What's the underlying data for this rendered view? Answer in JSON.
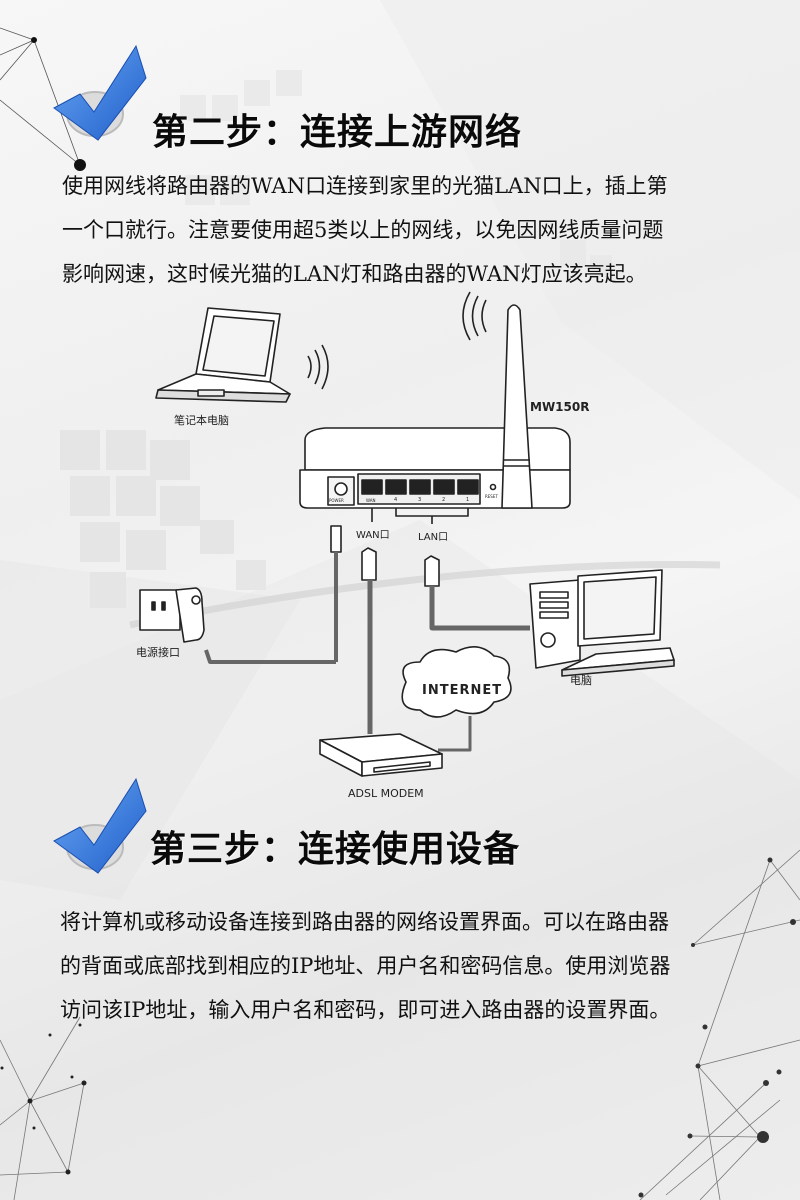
{
  "step2": {
    "heading": "第二步：连接上游网络",
    "paragraph_lines": [
      "使用网线将路由器的WAN口连接到家里的光猫LAN口上，插上第",
      "一个口就行。注意要使用超5类以上的网线，以免因网线质量问题",
      "影响网速，这时候光猫的LAN灯和路由器的WAN灯应该亮起。"
    ],
    "icon": "check-mark-icon"
  },
  "diagram": {
    "router_model": "MW150R",
    "laptop_label": "笔记本电脑",
    "power_label": "电源接口",
    "pc_label": "电脑",
    "wan_label": "WAN口",
    "lan_label": "LAN口",
    "internet_label": "INTERNET",
    "modem_label": "ADSL MODEM",
    "port_labels": [
      "POWER",
      "WAN",
      "4",
      "3",
      "2",
      "1",
      "RESET"
    ]
  },
  "step3": {
    "heading": "第三步：连接使用设备",
    "paragraph_lines": [
      "将计算机或移动设备连接到路由器的网络设置界面。可以在路由器",
      "的背面或底部找到相应的IP地址、用户名和密码信息。使用浏览器",
      "访问该IP地址，输入用户名和密码，即可进入路由器的设置界面。"
    ],
    "icon": "check-mark-icon"
  },
  "colors": {
    "check_blue": "#2f6fd8",
    "check_light": "#6aa8f5",
    "text": "#111111"
  }
}
